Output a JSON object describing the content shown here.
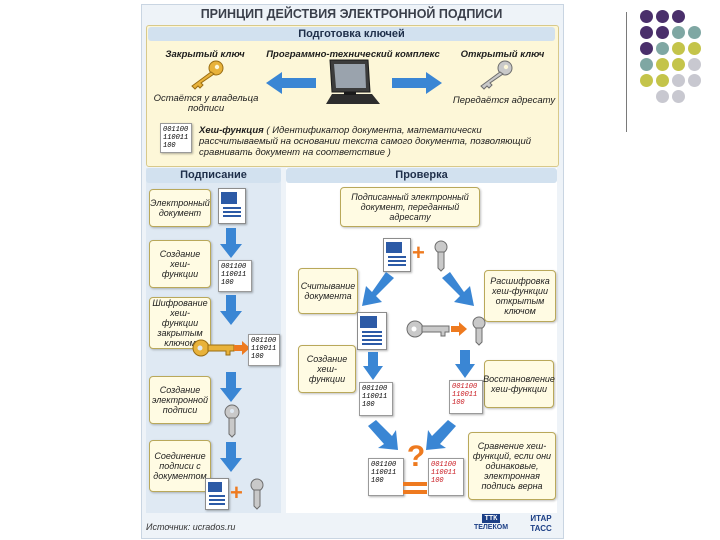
{
  "title": "ПРИНЦИП ДЕЙСТВИЯ ЭЛЕКТРОННОЙ ПОДПИСИ",
  "keyprep": {
    "heading": "Подготовка ключей",
    "private_key": "Закрытый ключ",
    "complex": "Программно-технический комплекс",
    "public_key": "Открытый ключ",
    "private_note": "Остаётся у владельца подписи",
    "public_note": "Передаётся адресату",
    "hash_term": "Хеш-функция",
    "hash_def": "( Идентификатор документа, математически рассчитываемый на основании текста самого документа, позволяющий сравнивать документ на соответствие )"
  },
  "hash_code": [
    "001100",
    "110011",
    "100"
  ],
  "signing": {
    "heading": "Подписание",
    "steps": [
      "Электронный документ",
      "Создание хеш-функции",
      "Шифрование хеш-функции закрытым ключом",
      "Создание электронной подписи",
      "Соединение подписи с документом"
    ]
  },
  "verify": {
    "heading": "Проверка",
    "received": "Подписанный электронный документ, переданный адресату",
    "read": "Считывание документа",
    "decrypt": "Расшифровка хеш-функции открытым ключом",
    "create_hash": "Создание хеш-функции",
    "restore": "Восстановление хеш-функции",
    "compare": "Сравнение хеш-функций, если они одинаковые, электронная подпись верна"
  },
  "symbols": {
    "question": "?",
    "plus": "+"
  },
  "source": "Источник: ucrados.ru",
  "logos": {
    "telecom": "ТЕЛЕКОМ",
    "ttk": "ТТК",
    "itar": "ИТАР",
    "tass": "ТАСС"
  },
  "colors": {
    "purple": "#4a2f6b",
    "teal": "#7fa7a3",
    "olive": "#c4c44a",
    "grey": "#c8c8d0"
  }
}
